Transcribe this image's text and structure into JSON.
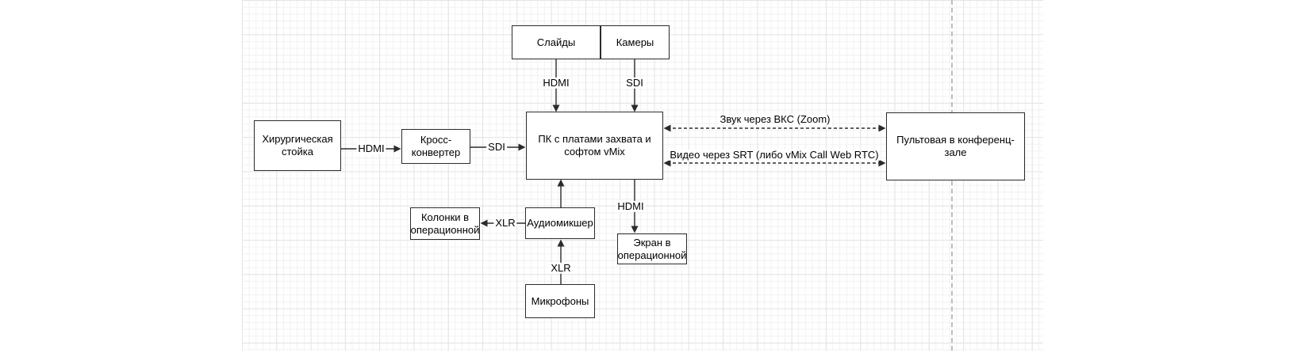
{
  "diagram": {
    "type": "flowchart",
    "nodes": {
      "slides": {
        "label": "Слайды"
      },
      "cameras": {
        "label": "Камеры"
      },
      "surgical_rack": {
        "label": "Хирургическая стойка"
      },
      "cross_converter": {
        "label": "Кросс-конвертер"
      },
      "pc_vmix": {
        "label": "ПК с платами захвата и софтом vMix"
      },
      "conference_control": {
        "label": "Пультовая в конференц-зале"
      },
      "or_speakers": {
        "label": "Колонки в операционной"
      },
      "audio_mixer": {
        "label": "Аудиомикшер"
      },
      "or_screen": {
        "label": "Экран в операционной"
      },
      "microphones": {
        "label": "Микрофоны"
      }
    },
    "edge_labels": {
      "slides_to_pc": "HDMI",
      "cameras_to_pc": "SDI",
      "surgical_to_cross": "HDMI",
      "cross_to_pc": "SDI",
      "pc_control_audio": "Звук через ВКС (Zoom)",
      "pc_control_video": "Видео через SRT (либо vMix Call Web RTC)",
      "mixer_to_speakers": "XLR",
      "mics_to_mixer": "XLR",
      "pc_to_screen": "HDMI"
    },
    "edges": [
      {
        "from": "slides",
        "to": "pc_vmix",
        "label": "HDMI",
        "style": "solid",
        "direction": "forward"
      },
      {
        "from": "cameras",
        "to": "pc_vmix",
        "label": "SDI",
        "style": "solid",
        "direction": "forward"
      },
      {
        "from": "surgical_rack",
        "to": "cross_converter",
        "label": "HDMI",
        "style": "solid",
        "direction": "forward"
      },
      {
        "from": "cross_converter",
        "to": "pc_vmix",
        "label": "SDI",
        "style": "solid",
        "direction": "forward"
      },
      {
        "from": "pc_vmix",
        "to": "conference_control",
        "label": "Звук через ВКС (Zoom)",
        "style": "dashed",
        "direction": "both"
      },
      {
        "from": "pc_vmix",
        "to": "conference_control",
        "label": "Видео через SRT (либо vMix Call Web RTC)",
        "style": "dashed",
        "direction": "both"
      },
      {
        "from": "audio_mixer",
        "to": "pc_vmix",
        "label": "",
        "style": "solid",
        "direction": "forward"
      },
      {
        "from": "audio_mixer",
        "to": "or_speakers",
        "label": "XLR",
        "style": "solid",
        "direction": "forward"
      },
      {
        "from": "microphones",
        "to": "audio_mixer",
        "label": "XLR",
        "style": "solid",
        "direction": "forward"
      },
      {
        "from": "pc_vmix",
        "to": "or_screen",
        "label": "HDMI",
        "style": "solid",
        "direction": "forward"
      }
    ],
    "colors": {
      "stroke": "#2b2b2b",
      "node_fill": "#ffffff",
      "grid_minor": "#f2f1f2",
      "grid_major": "#e4e4e6",
      "page_boundary": "#bcbcbc",
      "text": "#000000"
    }
  }
}
